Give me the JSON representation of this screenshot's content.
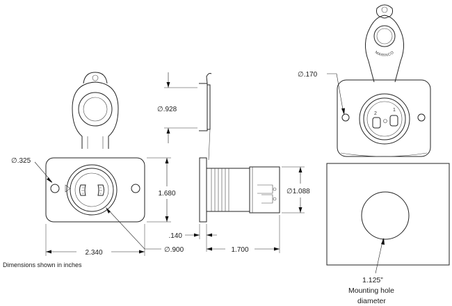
{
  "front_view": {
    "hole_diameter": "∅.325",
    "width": "2.340",
    "height": "1.680",
    "socket_diameter": "∅.900"
  },
  "side_view": {
    "cap_diameter": "∅.928",
    "barrel_diameter": "∅1.088",
    "flange_thickness": ".140",
    "depth": "1.700"
  },
  "iso_view": {
    "hole_diameter": "∅.170",
    "brand_text": "MARINCO",
    "pin_labels": [
      "2",
      "1"
    ]
  },
  "mounting": {
    "hole_size": "1.125”",
    "caption_line1": "Mounting hole",
    "caption_line2": "diameter"
  },
  "note": "Dimensions shown in inches"
}
